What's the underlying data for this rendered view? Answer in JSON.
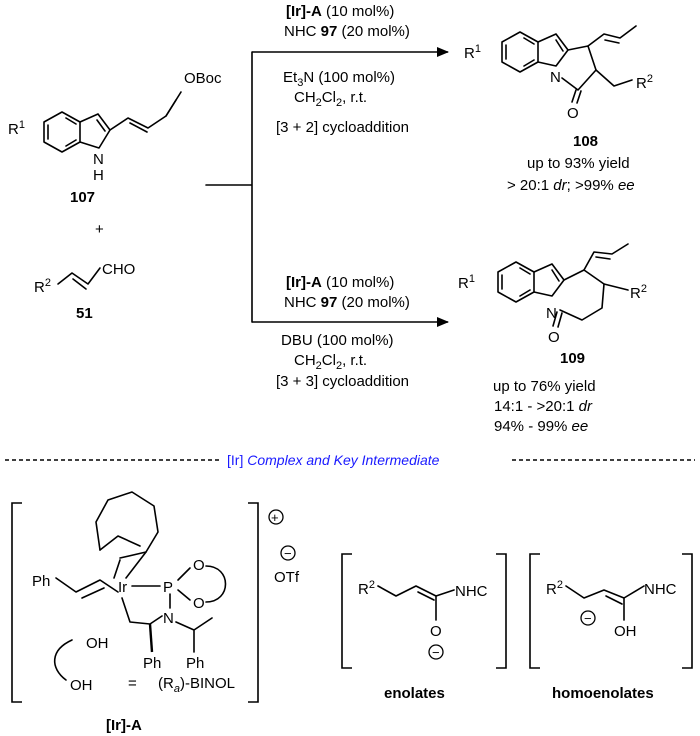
{
  "reactants": {
    "indole_substituent": "R",
    "indole_substituent_sup": "1",
    "indole_nh": "N",
    "indole_h": "H",
    "obac_group": "OBoc",
    "label_107": "107",
    "plus": "+",
    "aldehyde_r": "R",
    "aldehyde_r_sup": "2",
    "aldehyde_group": "CHO",
    "label_51": "51"
  },
  "route_top": {
    "catalyst": "[Ir]-A",
    "catalyst_load": " (10 mol%)",
    "nhc_prefix": "NHC ",
    "nhc_num": "97",
    "nhc_load": " (20 mol%)",
    "base_prefix": "Et",
    "base_sub": "3",
    "base_suffix": "N (100 mol%)",
    "solvent_a": "CH",
    "solvent_sub1": "2",
    "solvent_b": "Cl",
    "solvent_sub2": "2",
    "solvent_c": ", r.t.",
    "cycloaddition": "[3 + 2] cycloaddition",
    "product_label": "108",
    "yield": "up to 93% yield",
    "sel_prefix": "> 20:1 ",
    "sel_dr": "dr",
    "sel_mid": "; >99% ",
    "sel_ee": "ee"
  },
  "route_bottom": {
    "catalyst": "[Ir]-A",
    "catalyst_load": " (10 mol%)",
    "nhc_prefix": "NHC ",
    "nhc_num": "97",
    "nhc_load": " (20 mol%)",
    "base": "DBU (100 mol%)",
    "solvent_a": "CH",
    "solvent_sub1": "2",
    "solvent_b": "Cl",
    "solvent_sub2": "2",
    "solvent_c": ", r.t.",
    "cycloaddition": "[3 + 3] cycloaddition",
    "product_label": "109",
    "yield": "up to 76% yield",
    "dr_prefix": "14:1 - >20:1 ",
    "dr": "dr",
    "ee_prefix": "94% - 99% ",
    "ee": "ee"
  },
  "products": {
    "p108_r1": "R",
    "p108_r1_sup": "1",
    "p108_n": "N",
    "p108_o": "O",
    "p108_r2": "R",
    "p108_r2_sup": "2",
    "p109_r1": "R",
    "p109_r1_sup": "1",
    "p109_n": "N",
    "p109_o": "O",
    "p109_r2": "R",
    "p109_r2_sup": "2"
  },
  "divider_title": {
    "prefix": "[Ir] ",
    "italic": "Complex and Key Intermediate"
  },
  "complex": {
    "ph_left": "Ph",
    "ir": "Ir",
    "p": "P",
    "o_top": "O",
    "o_bot": "O",
    "n": "N",
    "ph_a": "Ph",
    "ph_b": "Ph",
    "oh_top": "OH",
    "oh_bot": "OH",
    "equals": "=",
    "binol_a": "(R",
    "binol_sub": "a",
    "binol_b": ")-BINOL",
    "charge_plus": "+",
    "charge_minus": "−",
    "counterion": "OTf",
    "label": "[Ir]-A"
  },
  "enolates": {
    "r": "R",
    "r_sup": "2",
    "nhc": "NHC",
    "o": "O",
    "minus": "−",
    "label": "enolates"
  },
  "homoenolates": {
    "r": "R",
    "r_sup": "2",
    "nhc": "NHC",
    "minus": "−",
    "oh": "OH",
    "label": "homoenolates"
  },
  "colors": {
    "text": "#000000",
    "accent_blue": "#1a1aff",
    "background": "#ffffff"
  }
}
